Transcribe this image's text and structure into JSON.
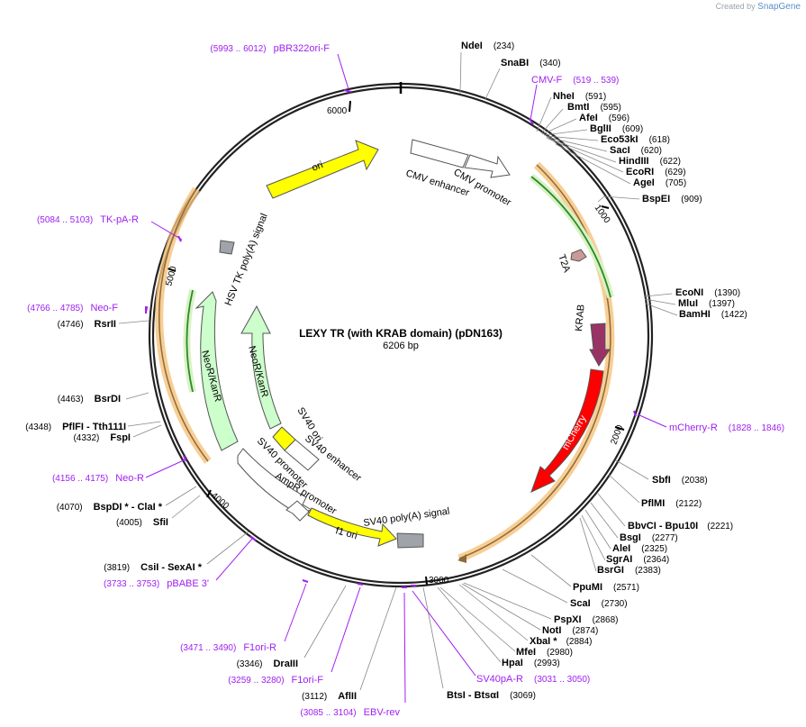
{
  "credit": {
    "prefix": "Created by",
    "brand": "SnapGene"
  },
  "title": "LEXY TR (with KRAB domain) (pDN163)",
  "length_label": "6206 bp",
  "total_bp": 6206,
  "colors": {
    "backbone": "#222222",
    "primer": "#a020f0",
    "ori": "#ffff00",
    "mcherry": "#ff0000",
    "krab": "#993366",
    "t2a": "#cc9999",
    "neo": "#ccffcc",
    "plain": "#ffffff",
    "gray": "#a0a4aa",
    "orange": "#f6c27a",
    "green": "#2a8a2a"
  },
  "ticks": [
    {
      "label": "1000",
      "bp": 1000
    },
    {
      "label": "2000",
      "bp": 2000
    },
    {
      "label": "3000",
      "bp": 3000
    },
    {
      "label": "4000",
      "bp": 4000
    },
    {
      "label": "5000",
      "bp": 5000
    },
    {
      "label": "6000",
      "bp": 6000
    }
  ],
  "enzymes": [
    {
      "name": "NdeI",
      "num": "(234)"
    },
    {
      "name": "SnaBI",
      "num": "(340)"
    },
    {
      "name": "NheI",
      "num": "(591)"
    },
    {
      "name": "BmtI",
      "num": "(595)"
    },
    {
      "name": "AfeI",
      "num": "(596)"
    },
    {
      "name": "BglII",
      "num": "(609)"
    },
    {
      "name": "Eco53kI",
      "num": "(618)"
    },
    {
      "name": "SacI",
      "num": "(620)"
    },
    {
      "name": "HindIII",
      "num": "(622)"
    },
    {
      "name": "EcoRI",
      "num": "(629)"
    },
    {
      "name": "AgeI",
      "num": "(705)"
    },
    {
      "name": "BspEI",
      "num": "(909)"
    },
    {
      "name": "EcoNI",
      "num": "(1390)"
    },
    {
      "name": "MluI",
      "num": "(1397)"
    },
    {
      "name": "BamHI",
      "num": "(1422)"
    },
    {
      "name": "SbfI",
      "num": "(2038)"
    },
    {
      "name": "PflMI",
      "num": "(2122)"
    },
    {
      "name": "BbvCI  - Bpu10I",
      "num": "(2221)"
    },
    {
      "name": "BsgI",
      "num": "(2277)"
    },
    {
      "name": "AleI",
      "num": "(2325)"
    },
    {
      "name": "SgrAI",
      "num": "(2364)"
    },
    {
      "name": "BsrGI",
      "num": "(2383)"
    },
    {
      "name": "PpuMI",
      "num": "(2571)"
    },
    {
      "name": "ScaI",
      "num": "(2730)"
    },
    {
      "name": "PspXI",
      "num": "(2868)"
    },
    {
      "name": "NotI",
      "num": "(2874)"
    },
    {
      "name": "XbaI *",
      "num": "(2884)"
    },
    {
      "name": "MfeI",
      "num": "(2980)"
    },
    {
      "name": "HpaI",
      "num": "(2993)"
    },
    {
      "name": "BtsI  - BtsαI",
      "num": "(3069)"
    },
    {
      "name": "AflII",
      "num": "(3112)"
    },
    {
      "name": "DraIII",
      "num": "(3346)"
    },
    {
      "name": "CsiI  - SexAI *",
      "num": "(3819)"
    },
    {
      "name": "SfiI",
      "num": "(4005)"
    },
    {
      "name": "BspDI *  - ClaI *",
      "num": "(4070)"
    },
    {
      "name": "FspI",
      "num": "(4332)"
    },
    {
      "name": "PflFI  - Tth111I",
      "num": "(4348)"
    },
    {
      "name": "BsrDI",
      "num": "(4463)"
    },
    {
      "name": "RsrII",
      "num": "(4746)"
    }
  ],
  "primers": [
    {
      "name": "pBR322ori-F",
      "num": "(5993 .. 6012)"
    },
    {
      "name": "CMV-F",
      "num": "(519 .. 539)"
    },
    {
      "name": "mCherry-R",
      "num": "(1828 .. 1846)"
    },
    {
      "name": "SV40pA-R",
      "num": "(3031 .. 3050)"
    },
    {
      "name": "EBV-rev",
      "num": "(3085 .. 3104)"
    },
    {
      "name": "F1ori-F",
      "num": "(3259 .. 3280)"
    },
    {
      "name": "F1ori-R",
      "num": "(3471 .. 3490)"
    },
    {
      "name": "pBABE 3'",
      "num": "(3733 .. 3753)"
    },
    {
      "name": "Neo-R",
      "num": "(4156 .. 4175)"
    },
    {
      "name": "Neo-F",
      "num": "(4766 .. 4785)"
    },
    {
      "name": "TK-pA-R",
      "num": "(5084 .. 5103)"
    }
  ],
  "features": [
    {
      "label": "ori"
    },
    {
      "label": "CMV enhancer"
    },
    {
      "label": "CMV promoter"
    },
    {
      "label": "T2A"
    },
    {
      "label": "KRAB"
    },
    {
      "label": "mCherry"
    },
    {
      "label": "HSV TK poly(A) signal"
    },
    {
      "label": "NeoR/KanR"
    },
    {
      "label": "NeoR/KanR"
    },
    {
      "label": "SV40 ori"
    },
    {
      "label": "SV40 enhancer"
    },
    {
      "label": "SV40 promoter"
    },
    {
      "label": "AmpR promoter"
    },
    {
      "label": "f1 ori"
    },
    {
      "label": "SV40 poly(A) signal"
    }
  ]
}
